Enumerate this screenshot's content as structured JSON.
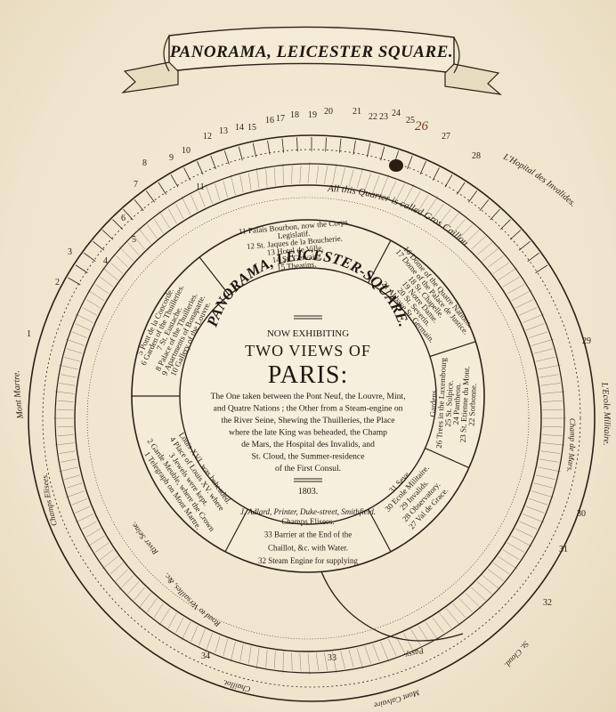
{
  "banner": {
    "title": "PANORAMA, LEICESTER SQUARE."
  },
  "center": {
    "header": "PANORAMA, LEICESTER-SQUARE.",
    "now_exhibiting": "NOW EXHIBITING",
    "two_views": "TWO VIEWS OF",
    "paris": "PARIS:",
    "description_lines": [
      "The One taken between the Pont Neuf, the Louvre, Mint,",
      "and Quatre Nations ; the Other from a Steam-engine on",
      "the River Seine, Shewing the Thuilleries, the Place",
      "where the late King was beheaded, the Champ",
      "de Mars, the Hospital des Invalids, and",
      "St. Cloud, the Summer-residence",
      "of the First Consul."
    ],
    "year": "1803.",
    "printer": "J. Adlard, Printer, Duke-street, Smithfield."
  },
  "wedges": [
    {
      "lines": [
        "11 Palais Bourbon, now the Corps",
        "Legislatif.",
        "12 St. Jaques de la Boucherie.",
        "13 Hotel de Ville.",
        "14 St. Gervais.",
        "15 Theatins."
      ]
    },
    {
      "lines": [
        "16 Dome of the Quatre Nations.",
        "17 Dome of the Palace de Justice.",
        "18 St. Chapelle.",
        "19 Notre Dame.",
        "20 St. Severin.",
        "21 Abbaye St. Germain."
      ]
    },
    {
      "lines": [
        "22 Sorbonne.",
        "23 St. Etienne du Mont.",
        "24 Pantheon.",
        "25 St. Sulpice.",
        "26 Trees in the Luxembourg",
        "Gardens."
      ]
    },
    {
      "lines": [
        "27 Val de Grace.",
        "28 Observatory.",
        "29 Invalids.",
        "30 Ecole Militaire.",
        "31 Seve."
      ]
    },
    {
      "lines": [
        "32 Steam Engine for supplying",
        "Chaillot, &c. with Water.",
        "33 Barrier at the End of the",
        "Champs Elisees."
      ]
    },
    {
      "lines": [
        "1 Telegraph on Mont Martre.",
        "2 Garde Meuble, where the Crown",
        "3 Jewels were kept.",
        "4 Place of Louis XV. where",
        "Louis XVI. was beheaded."
      ]
    },
    {
      "lines": [
        "5 Pont de la Concorde.",
        "6 Garden of the Thuilleries.",
        "7 St. Eustache.",
        "8 Palace of the Thuilleries.",
        "9 Apartments of Bonaparte.",
        "10 Gallery of the Louvre."
      ]
    }
  ],
  "ring_labels": {
    "gros_caillou": "All this Quarter is called Gros Caillou.",
    "hopital": "L'Hopital des Invalides.",
    "ecole": "L'Ecole Militaire.",
    "champ": "Champ de Mars.",
    "st_cloud": "St. Cloud.",
    "mont_calvaire": "Mont Calvaire.",
    "passy": "Passy.",
    "chaillot": "Chaillot.",
    "road": "Road to Versailles, &c.",
    "river": "River Seine.",
    "champs_elisees": "Champs Elisees.",
    "mont_martre": "Mont Martre."
  },
  "numbers": [
    "1",
    "2",
    "3",
    "4",
    "5",
    "6",
    "7",
    "8",
    "9",
    "10",
    "11",
    "12",
    "13",
    "14",
    "15",
    "16",
    "17",
    "18",
    "19",
    "20",
    "21",
    "22",
    "23",
    "24",
    "25",
    "26",
    "27",
    "28",
    "29",
    "30",
    "31",
    "32",
    "33",
    "34"
  ]
}
